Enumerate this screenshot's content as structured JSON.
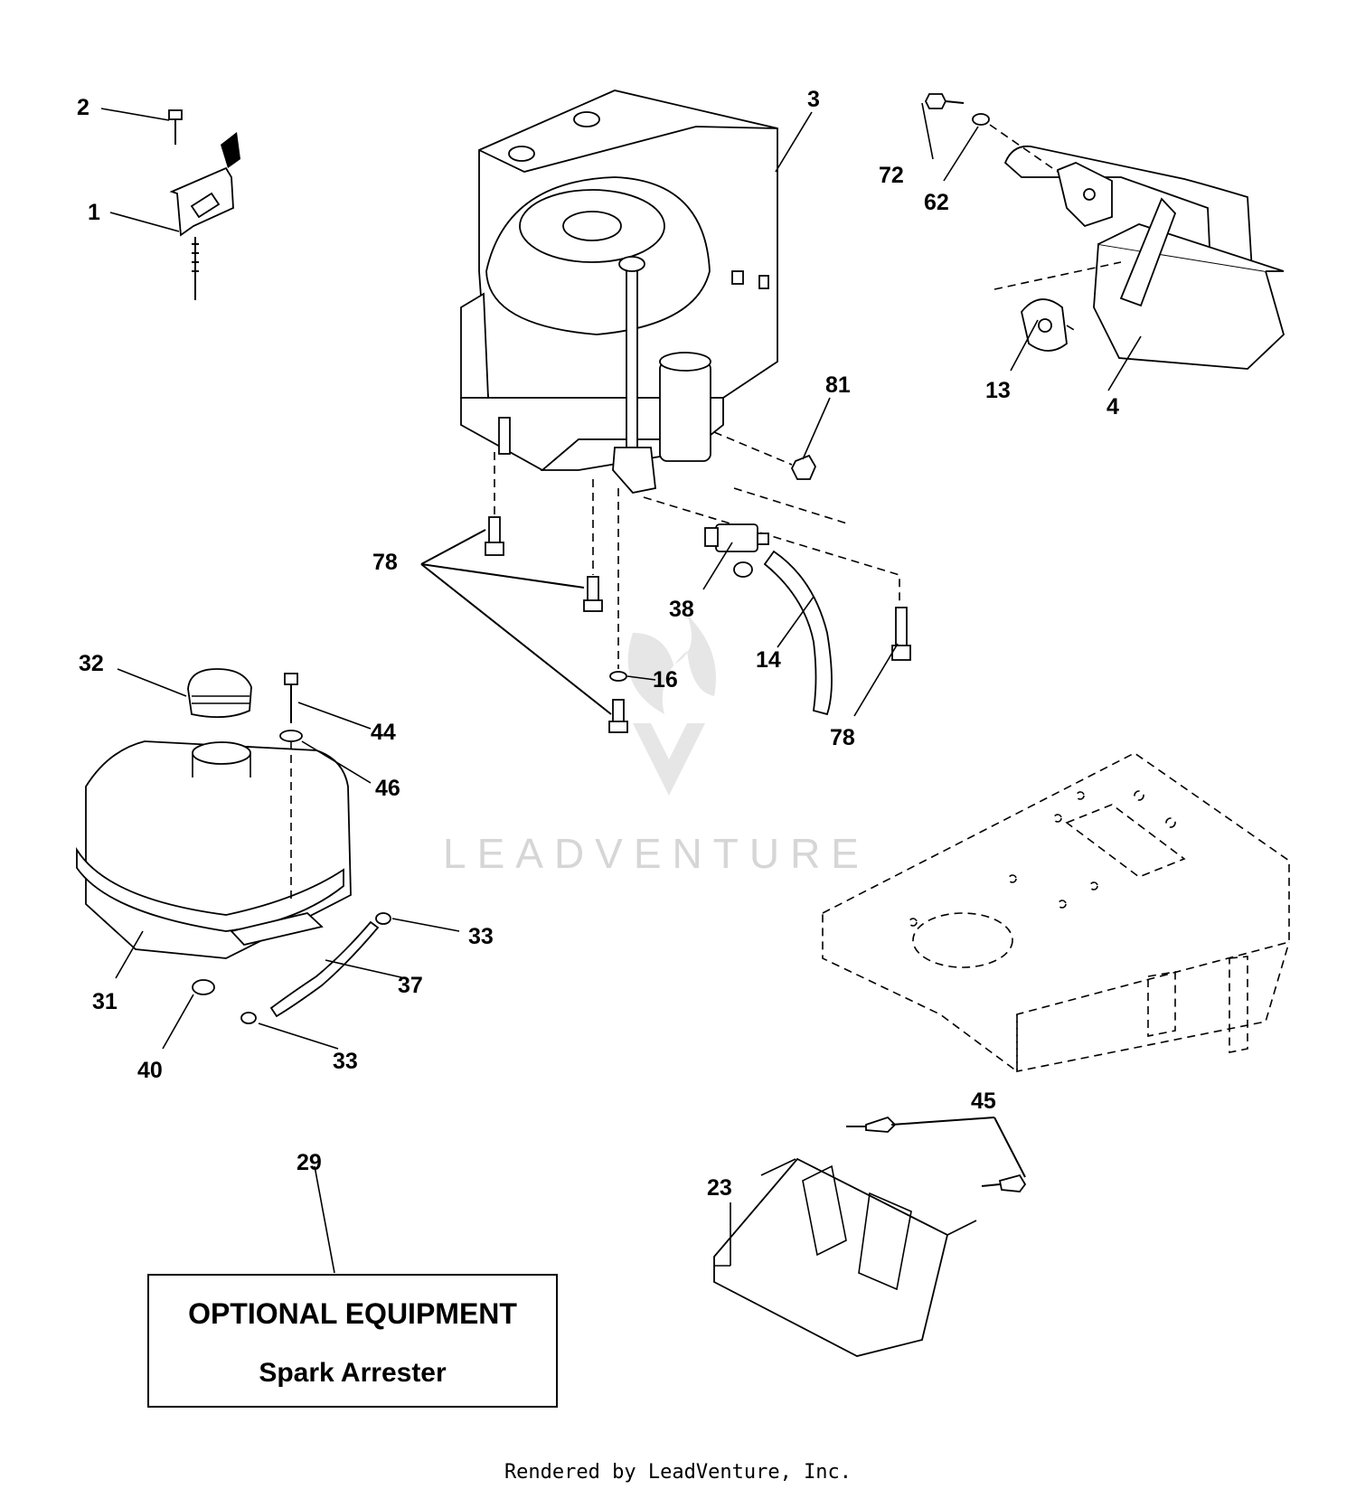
{
  "callouts": {
    "p1": "1",
    "p2": "2",
    "p3": "3",
    "p4": "4",
    "p13": "13",
    "p14": "14",
    "p16": "16",
    "p23": "23",
    "p29": "29",
    "p31": "31",
    "p32": "32",
    "p33a": "33",
    "p33b": "33",
    "p37": "37",
    "p38": "38",
    "p40": "40",
    "p44": "44",
    "p45": "45",
    "p46": "46",
    "p62": "62",
    "p72": "72",
    "p78a": "78",
    "p78b": "78",
    "p81": "81"
  },
  "optional_box": {
    "title": "OPTIONAL EQUIPMENT",
    "subtitle": "Spark Arrester"
  },
  "watermark": {
    "text": "LEADVENTURE"
  },
  "footer": {
    "text": "Rendered by LeadVenture, Inc."
  }
}
